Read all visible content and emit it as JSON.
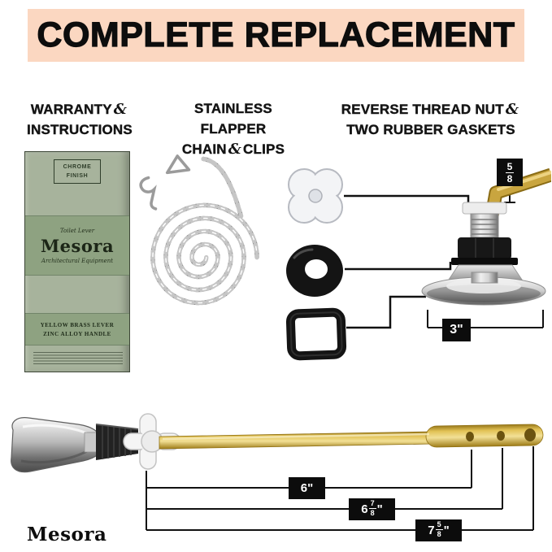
{
  "banner": {
    "title": "COMPLETE REPLACEMENT"
  },
  "columns": {
    "c1": {
      "line1": "WARRANTY",
      "amp": "&",
      "line2": "INSTRUCTIONS"
    },
    "c2": {
      "line1": "STAINLESS FLAPPER",
      "line2a": "CHAIN",
      "amp": "&",
      "line2b": "CLIPS"
    },
    "c3": {
      "line1": "REVERSE THREAD NUT",
      "amp": "&",
      "line2": "TWO RUBBER GASKETS"
    }
  },
  "box": {
    "badge": "CHROME FINISH",
    "script_top": "Toilet Lever",
    "brand": "Mesora",
    "script_bottom": "Architectural Equipment",
    "spec1": "YELLOW BRASS LEVER",
    "spec2": "ZINC ALLOY HANDLE"
  },
  "dims": {
    "nut": {
      "num": "5",
      "den": "8"
    },
    "flange": {
      "label": "3\""
    },
    "lever1": {
      "label": "6\""
    },
    "lever2": {
      "whole": "6",
      "num": "7",
      "den": "8",
      "unit": "\""
    },
    "lever3": {
      "whole": "7",
      "num": "5",
      "den": "8",
      "unit": "\""
    }
  },
  "footer": {
    "brand": "Mesora"
  },
  "colors": {
    "banner_bg": "#fbd7c1",
    "box_green": "#a7b39c",
    "band_green": "#8ea281",
    "label_black": "#0c0c0c",
    "brass": "#c9a53f",
    "chrome": "#cccccc"
  }
}
